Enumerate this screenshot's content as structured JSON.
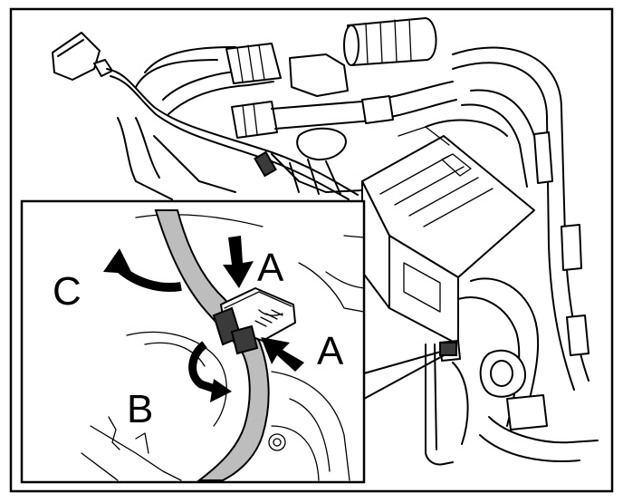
{
  "labels": {
    "a_top": "A",
    "a_right": "A",
    "b": "B",
    "c": "C"
  },
  "colors": {
    "line": "#000000",
    "hose": "#bdbdbd",
    "clip": "#3a3a3a",
    "background": "#ffffff"
  }
}
